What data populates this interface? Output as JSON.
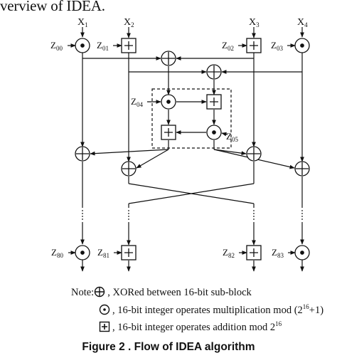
{
  "header": {
    "text": "verview of IDEA."
  },
  "inputs": [
    "X1",
    "X2",
    "X3",
    "X4"
  ],
  "subkeys_round1": [
    "Z00",
    "Z01",
    "Z02",
    "Z03"
  ],
  "mixer_subkeys": [
    "Z04",
    "Z05"
  ],
  "subkeys_output": [
    "Z80",
    "Z81",
    "Z82",
    "Z83"
  ],
  "legend": {
    "prefix": "Note:",
    "xor_text": ", XORed between 16-bit sub-block",
    "mul_text": ", 16-bit integer operates multiplication mod (2^16+1)",
    "mul_text_pre": ", 16-bit integer operates multiplication mod (2",
    "mul_exp": "16",
    "mul_text_post": "+1)",
    "add_text_pre": ", 16-bit integer operates addition mod 2",
    "add_exp": "16"
  },
  "caption": "Figure 2 . Flow of IDEA algorithm"
}
